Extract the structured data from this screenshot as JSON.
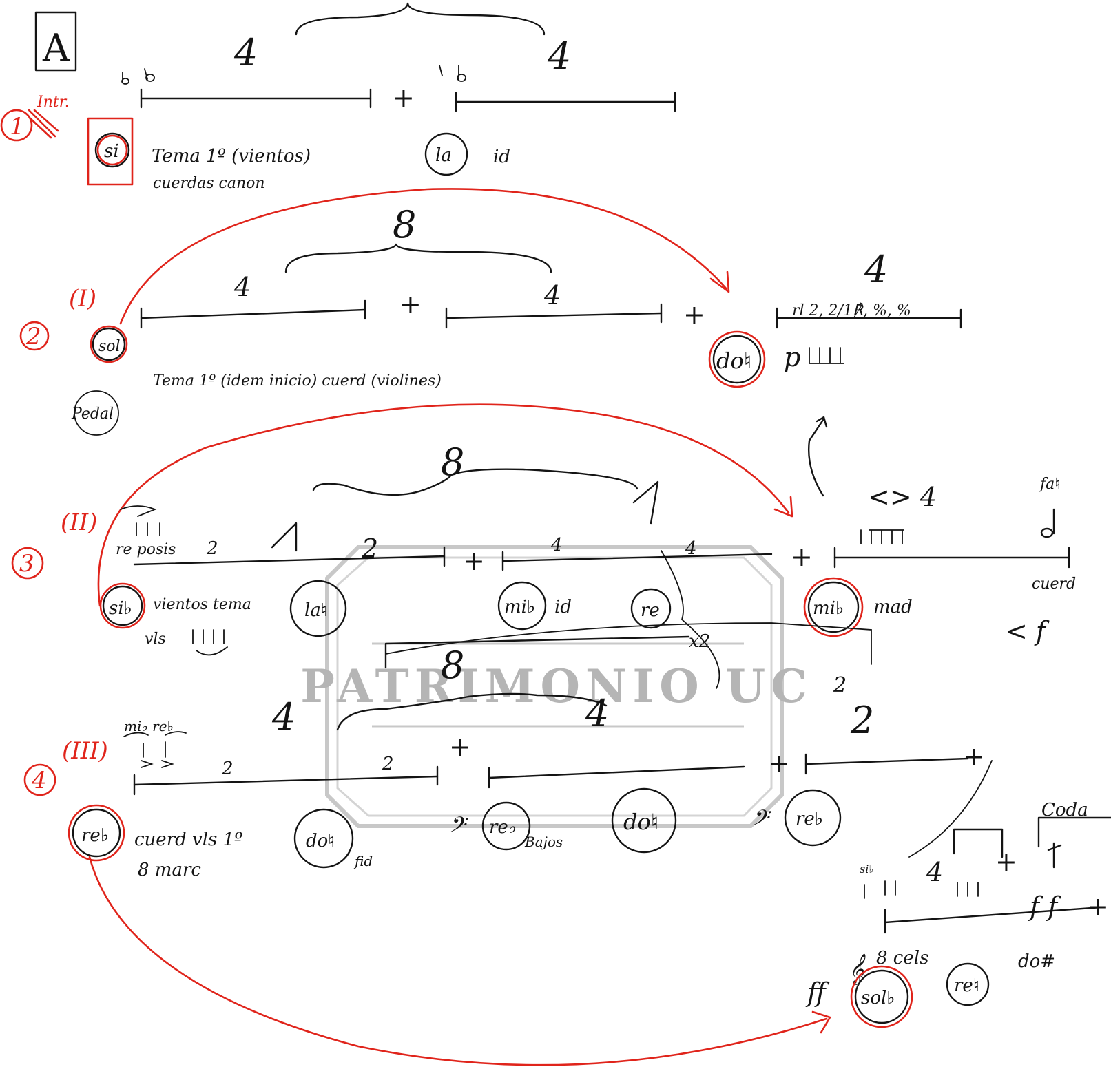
{
  "watermark": "PATRIMONIO UC",
  "section_mark": "A",
  "intro_mark": "Intr.",
  "rows": [
    {
      "number": "1",
      "roman": "",
      "segment_counts": [
        "4",
        "4"
      ],
      "keys": [
        "si",
        "la"
      ],
      "notes": [
        "Tema 1º (vientos)",
        "cuerdas canon",
        "id"
      ]
    },
    {
      "number": "2",
      "roman": "(I)",
      "group_count": "8",
      "segment_counts": [
        "4",
        "4",
        "4"
      ],
      "keys": [
        "sol",
        "do♮"
      ],
      "notes": [
        "Tema 1º (idem inicio) cuerd (violines)",
        "Pedal",
        "rl 2, 2/1℟, %, %",
        "p"
      ]
    },
    {
      "number": "3",
      "roman": "(II)",
      "group_count": "8",
      "segment_counts": [
        "2",
        "2",
        "4",
        "4"
      ],
      "keys": [
        "si♭",
        "la♮",
        "mi♭",
        "re",
        "mi♭"
      ],
      "notes": [
        "re posis",
        "vientos tema",
        "vls",
        "id",
        "mad",
        "<> 4",
        "fa♮",
        "cuerd",
        "< f",
        "x2"
      ]
    },
    {
      "number": "4",
      "roman": "(III)",
      "group_count": "8",
      "segment_counts": [
        "4",
        "4",
        "2",
        "2",
        "2"
      ],
      "keys": [
        "re♭",
        "do♮",
        "re♭",
        "do♮",
        "re♭",
        "sol♭",
        "re♮"
      ],
      "notes": [
        "mi♭ re♭",
        "cuerd vls 1º",
        "8 marc",
        "fid",
        "Bajos",
        "Coda",
        "si♭",
        "8 cels",
        "do#",
        "ff",
        "f f"
      ]
    }
  ]
}
